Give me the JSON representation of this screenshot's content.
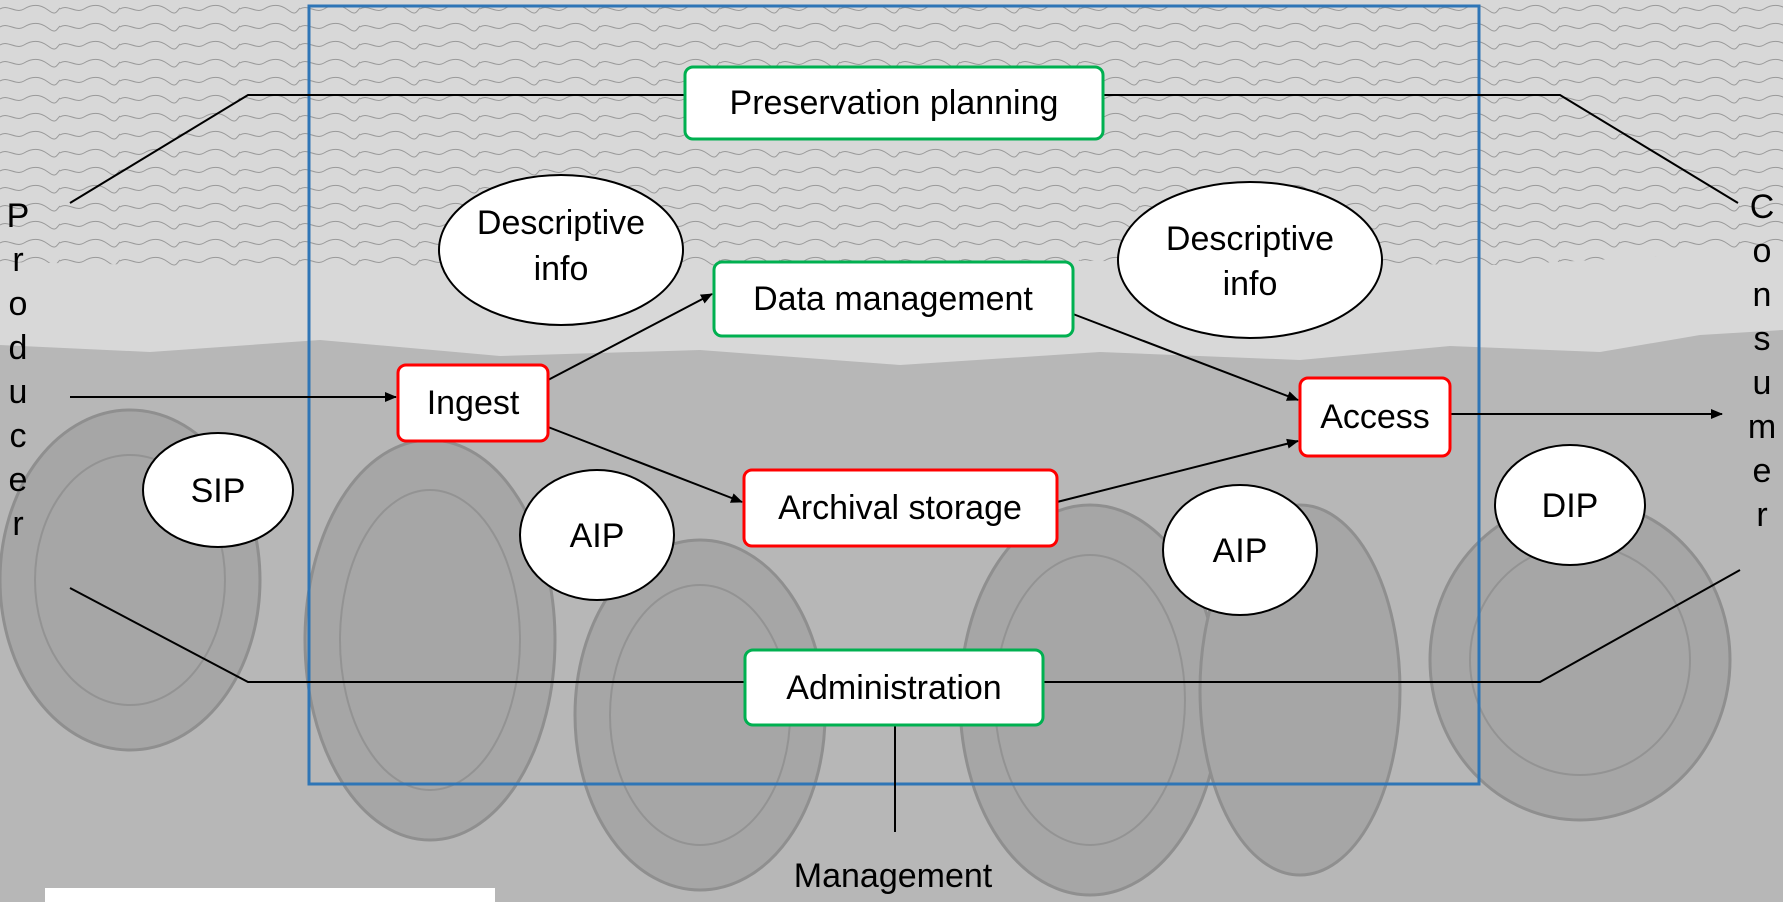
{
  "colors": {
    "background": "#b9b9b9",
    "boundary": "#2e75b6",
    "function_box_green": "#00b050",
    "function_box_red": "#ff0000",
    "line": "#000000",
    "text": "#000000"
  },
  "diagram": {
    "nodes": [
      {
        "id": "preservation-planning",
        "label": "Preservation planning",
        "kind": "function",
        "color": "green"
      },
      {
        "id": "data-management",
        "label": "Data management",
        "kind": "function",
        "color": "green"
      },
      {
        "id": "ingest",
        "label": "Ingest",
        "kind": "function",
        "color": "red"
      },
      {
        "id": "access",
        "label": "Access",
        "kind": "function",
        "color": "red"
      },
      {
        "id": "archival-storage",
        "label": "Archival storage",
        "kind": "function",
        "color": "red"
      },
      {
        "id": "administration",
        "label": "Administration",
        "kind": "function",
        "color": "green"
      }
    ],
    "packages": [
      {
        "id": "descriptive-info-left",
        "lines": [
          "Descriptive",
          "info"
        ]
      },
      {
        "id": "descriptive-info-right",
        "lines": [
          "Descriptive",
          "info"
        ]
      },
      {
        "id": "sip",
        "lines": [
          "SIP"
        ]
      },
      {
        "id": "aip-left",
        "lines": [
          "AIP"
        ]
      },
      {
        "id": "aip-right",
        "lines": [
          "AIP"
        ]
      },
      {
        "id": "dip",
        "lines": [
          "DIP"
        ]
      }
    ],
    "actors": {
      "producer": "Producer",
      "consumer": "Consumer",
      "management": "Management"
    },
    "edges": [
      {
        "from": "producer",
        "to": "ingest"
      },
      {
        "from": "ingest",
        "to": "data-management"
      },
      {
        "from": "ingest",
        "to": "archival-storage"
      },
      {
        "from": "data-management",
        "to": "access"
      },
      {
        "from": "archival-storage",
        "to": "access"
      },
      {
        "from": "access",
        "to": "consumer"
      },
      {
        "from": "management",
        "to": "administration"
      }
    ]
  }
}
